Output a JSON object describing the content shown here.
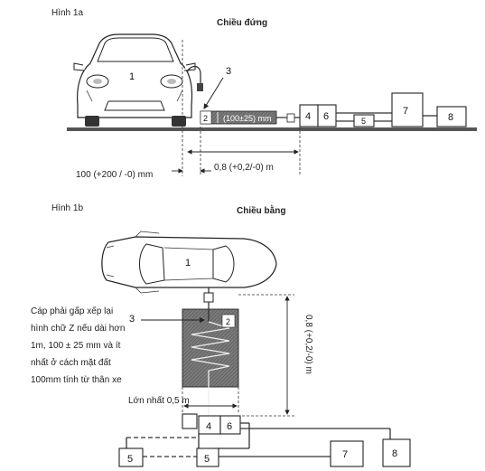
{
  "figure_1a": {
    "title": "Hình 1a",
    "view_label": "Chiều đứng",
    "car_label": "1",
    "pointer_label": "3",
    "cable_label": "2",
    "height_spec": "(100±25) mm",
    "boxes": {
      "b4": "4",
      "b6": "6",
      "b5": "5",
      "b7": "7",
      "b8": "8"
    },
    "dim_distance": "0,8 (+0,2/-0) m",
    "dim_offset": "100 (+200 / -0) mm"
  },
  "figure_1b": {
    "title": "Hình 1b",
    "view_label": "Chiều bằng",
    "car_label": "1",
    "pointer_label": "3",
    "cable_label": "2",
    "note_lines": [
      "Cáp phải gấp xếp lại",
      "hình chữ Z nếu dài hơn",
      "1m, 100 ± 25 mm và ít",
      "nhất ở cách mặt đất",
      "100mm tính từ thân xe"
    ],
    "width_spec": "Lớn nhất 0,5 m",
    "dim_vertical": "0,8 (+0,2/-0) m",
    "boxes": {
      "b4": "4",
      "b6": "6",
      "b5a": "5",
      "b5b": "5",
      "b7": "7",
      "b8": "8"
    }
  },
  "colors": {
    "ink": "#222222",
    "fill": "#666666",
    "ground": "#555555"
  }
}
